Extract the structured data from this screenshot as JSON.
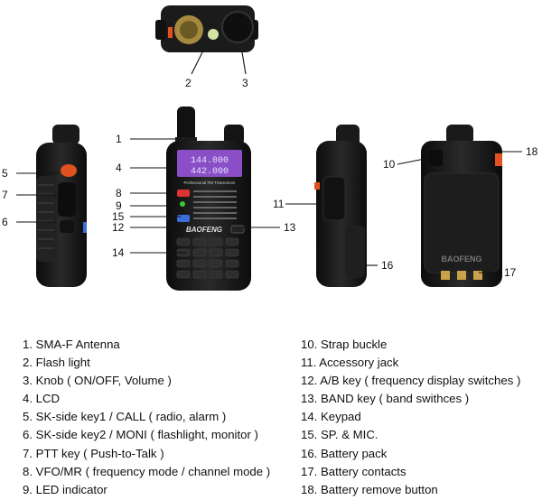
{
  "brand": "BAOFENG",
  "display": {
    "line1": "144.000",
    "line2": "442.000",
    "header_text": "Professional FM Transceiver"
  },
  "callout_numbers": [
    "1",
    "2",
    "3",
    "4",
    "5",
    "6",
    "7",
    "8",
    "9",
    "10",
    "11",
    "12",
    "13",
    "14",
    "15",
    "16",
    "17",
    "18"
  ],
  "legend": {
    "left": [
      "1. SMA-F Antenna",
      "2. Flash light",
      "3. Knob ( ON/OFF, Volume )",
      "4. LCD",
      "5. SK-side key1 / CALL ( radio, alarm )",
      "6. SK-side key2 / MONI ( flashlight, monitor )",
      "7. PTT key ( Push-to-Talk )",
      "8. VFO/MR ( frequency mode / channel mode )",
      "9. LED indicator"
    ],
    "right": [
      "10. Strap buckle",
      "11. Accessory jack",
      "12. A/B key ( frequency display switches )",
      "13. BAND key ( band swithces )",
      "14. Keypad",
      "15. SP. & MIC.",
      "16. Battery pack",
      "17. Battery contacts",
      "18. Battery remove button"
    ]
  },
  "colors": {
    "radio_body": "#1a1a1a",
    "lcd": "#8a4fc6",
    "accent_orange": "#e2521f",
    "led_blue": "#3b6fd8",
    "contacts": "#c9a24a"
  }
}
